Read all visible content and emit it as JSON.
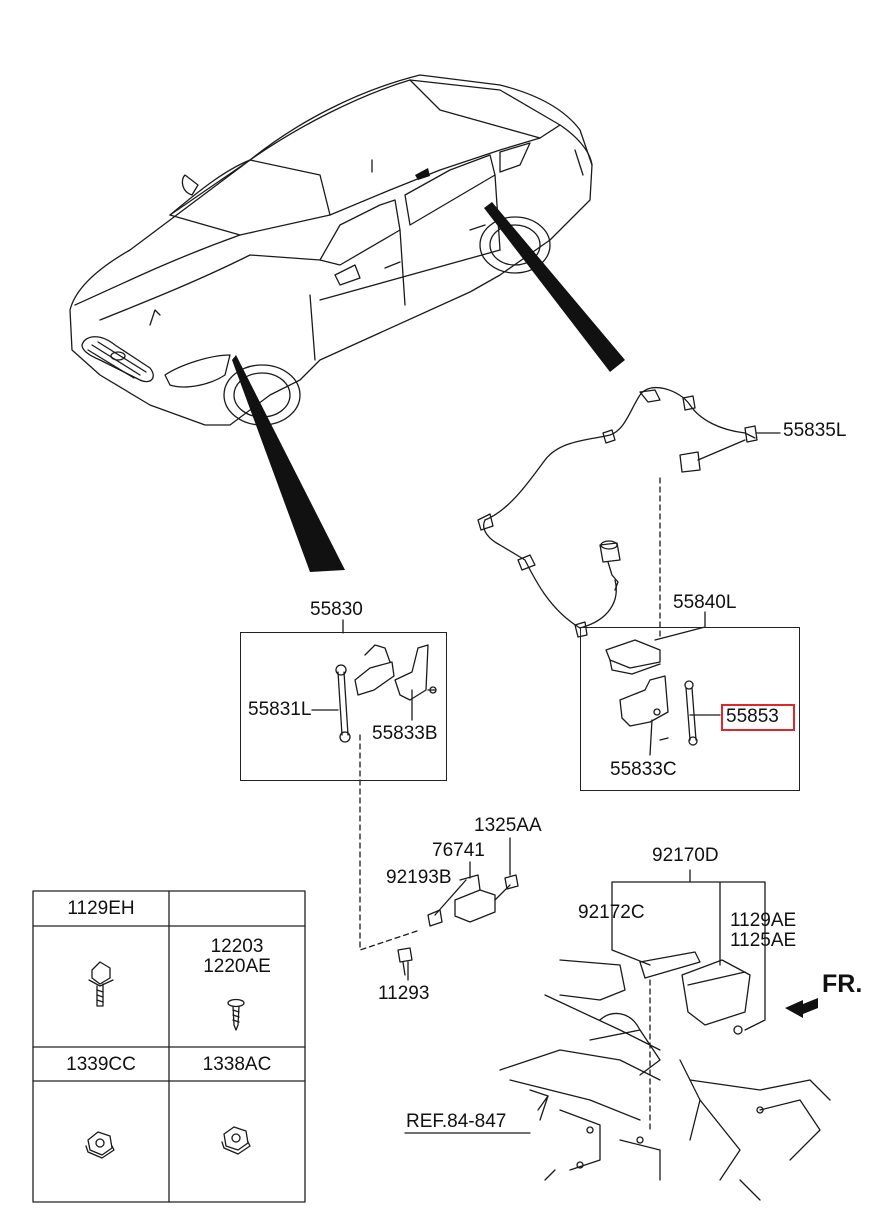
{
  "parts": {
    "p55835L": "55835L",
    "p55830": "55830",
    "p55840L": "55840L",
    "p55831L": "55831L",
    "p55833B": "55833B",
    "p55853": "55853",
    "p55833C": "55833C",
    "p1325AA": "1325AA",
    "p76741": "76741",
    "p92193B": "92193B",
    "p11293": "11293",
    "p92170D": "92170D",
    "p92172C": "92172C",
    "p1129AE": "1129AE",
    "p1125AE": "1125AE",
    "ref": "REF.84-847",
    "fr": "FR."
  },
  "legend": {
    "h1": "1129EH",
    "h2": "",
    "c2a": "12203",
    "c2b": "1220AE",
    "h3": "1339CC",
    "h4": "1338AC"
  },
  "colors": {
    "highlight": "#e0262a",
    "line": "#1a1a1a"
  }
}
